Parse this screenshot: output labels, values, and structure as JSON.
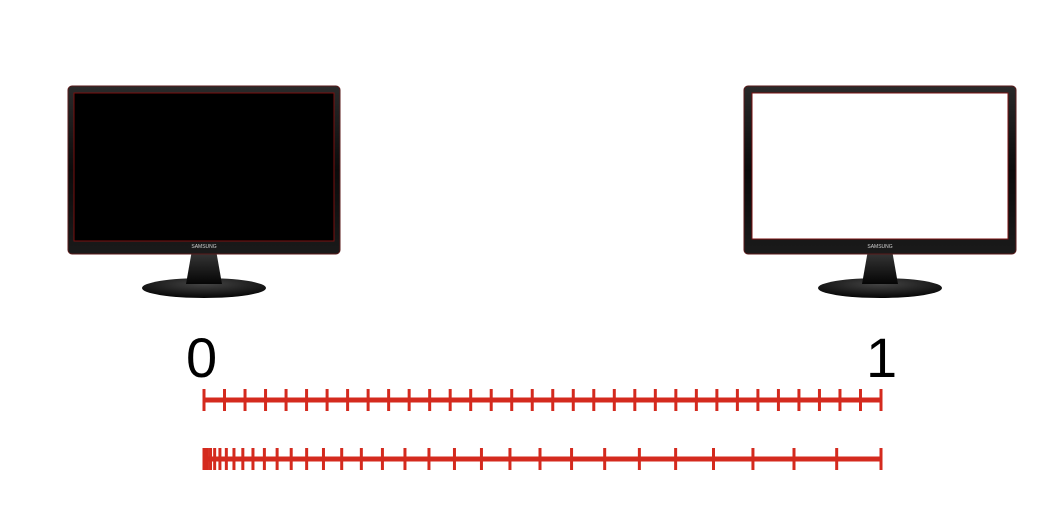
{
  "scene": {
    "background": "#ffffff",
    "accent_color": "#d42a1e",
    "monitor_left": {
      "screen_color": "#000000",
      "brand": "SAMSUNG"
    },
    "monitor_right": {
      "screen_color": "#ffffff",
      "brand": "SAMSUNG"
    }
  },
  "scale": {
    "min_label": "0",
    "max_label": "1",
    "linear_ticks": 34,
    "gamma_ticks": 34,
    "gamma_exponent": 2.2
  }
}
